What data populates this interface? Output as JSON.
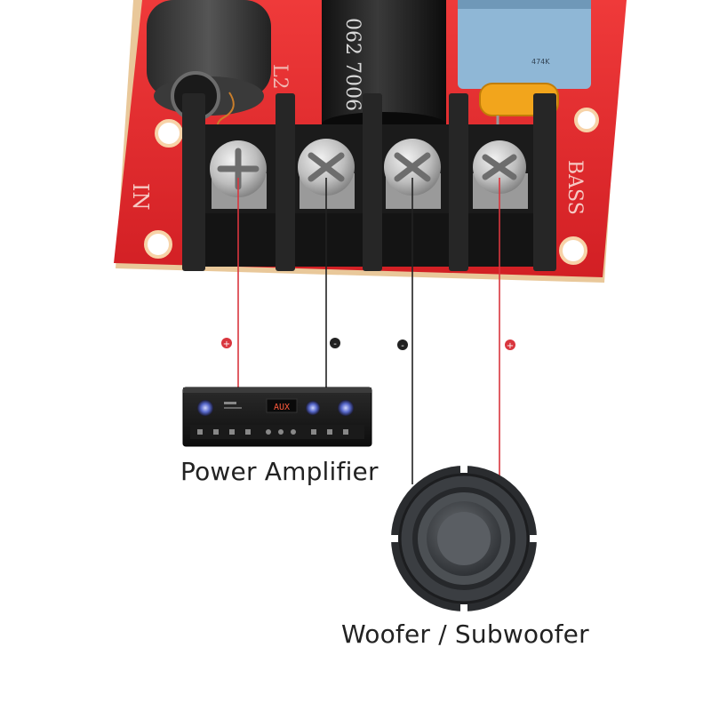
{
  "board": {
    "label_in": "IN",
    "label_bass": "BASS",
    "silkscreen_l2": "L2",
    "cap_marking": "062 7006",
    "cap_small_marking": "474K",
    "colors": {
      "pcb": "#e2252b",
      "terminal": "#1e1e1e",
      "screw": "#c9c9c9"
    }
  },
  "terminals": [
    {
      "name": "in-positive",
      "polarity": "+",
      "wire_color": "#d9363e"
    },
    {
      "name": "in-negative",
      "polarity": "-",
      "wire_color": "#222222"
    },
    {
      "name": "bass-negative",
      "polarity": "-",
      "wire_color": "#222222"
    },
    {
      "name": "bass-positive",
      "polarity": "+",
      "wire_color": "#d9363e"
    }
  ],
  "amplifier": {
    "caption": "Power Amplifier",
    "display_text": "AUX"
  },
  "woofer": {
    "caption": "Woofer / Subwoofer"
  }
}
